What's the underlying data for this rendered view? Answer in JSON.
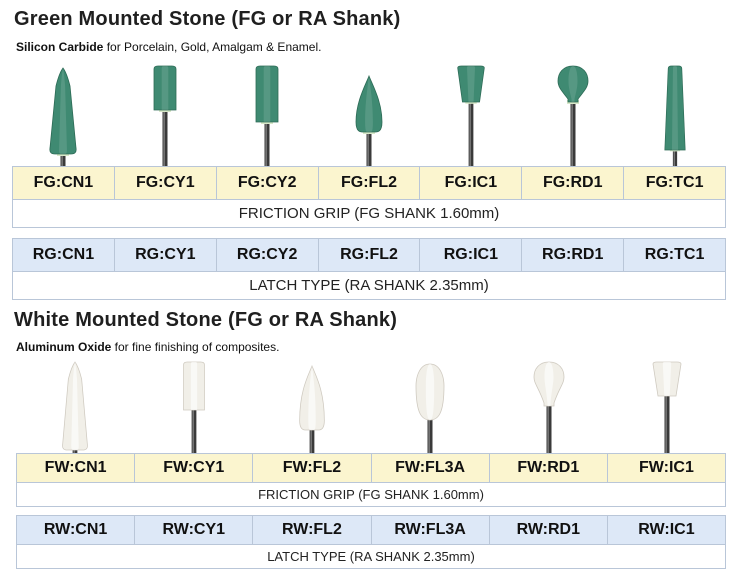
{
  "green_section": {
    "title": "Green Mounted Stone (FG or RA Shank)",
    "material": "Silicon Carbide",
    "use": " for Porcelain, Gold, Amalgam & Enamel.",
    "fg_codes": [
      "FG:CN1",
      "FG:CY1",
      "FG:CY2",
      "FG:FL2",
      "FG:IC1",
      "FG:RD1",
      "FG:TC1"
    ],
    "fg_desc": "FRICTION GRIP (FG SHANK 1.60mm)",
    "ra_codes": [
      "RG:CN1",
      "RG:CY1",
      "RG:CY2",
      "RG:FL2",
      "RG:IC1",
      "RG:RD1",
      "RG:TC1"
    ],
    "ra_desc": "LATCH TYPE (RA SHANK 2.35mm)",
    "stone_shapes": [
      "cone",
      "cylinder",
      "cylinder",
      "flame",
      "inverted-cone",
      "round",
      "tapered-cylinder"
    ]
  },
  "white_section": {
    "title": "White Mounted Stone (FG or RA Shank)",
    "material": "Aluminum Oxide",
    "use": " for fine finishing of composites.",
    "fg_codes": [
      "FW:CN1",
      "FW:CY1",
      "FW:FL2",
      "FW:FL3A",
      "FW:RD1",
      "FW:IC1"
    ],
    "fg_desc": "FRICTION GRIP (FG SHANK 1.60mm)",
    "ra_codes": [
      "RW:CN1",
      "RW:CY1",
      "RW:FL2",
      "RW:FL3A",
      "RW:RD1",
      "RW:IC1"
    ],
    "ra_desc": "LATCH TYPE (RA SHANK 2.35mm)",
    "stone_shapes": [
      "cone",
      "cylinder",
      "flame",
      "egg",
      "round",
      "inverted-cone"
    ]
  },
  "colors": {
    "green_stone": "#3f8a72",
    "white_stone": "#f1efe8",
    "shank": "#3a3a3a",
    "fg_row_bg": "#fbf5cf",
    "ra_row_bg": "#dde8f7",
    "grid_border": "#b9c6d8"
  }
}
